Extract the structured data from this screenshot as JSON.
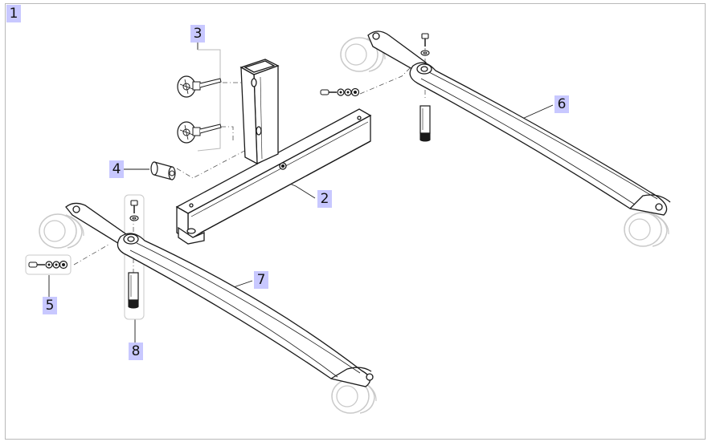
{
  "figure_label": "1",
  "callouts": [
    "2",
    "3",
    "4",
    "5",
    "6",
    "7",
    "8"
  ],
  "colors": {
    "line": "#1a1a1a",
    "ghost": "#c9c9c9",
    "callout_bg": "#c8c8ff",
    "frame": "#b9b9b9"
  }
}
